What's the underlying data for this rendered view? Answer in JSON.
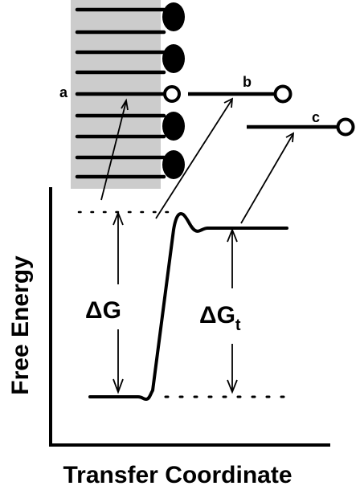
{
  "labels": {
    "a": "a",
    "b": "b",
    "c": "c"
  },
  "delta_g": {
    "symbol": "Δ",
    "text": "G"
  },
  "delta_g_t": {
    "symbol": "Δ",
    "text": "G",
    "subscript": "t"
  },
  "axes": {
    "x_label": "Transfer Coordinate",
    "y_label": "Free Energy"
  },
  "colors": {
    "membrane": "#cccccc",
    "ink": "#000000",
    "open_head": "#ffffff"
  }
}
